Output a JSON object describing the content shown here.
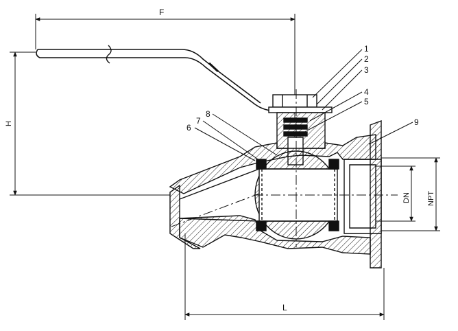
{
  "dimensions": {
    "F": "F",
    "H": "H",
    "L": "L",
    "DN": "DN",
    "NPT": "NPT"
  },
  "callouts": [
    "1",
    "2",
    "3",
    "4",
    "5",
    "6",
    "7",
    "8",
    "9"
  ],
  "colors": {
    "line": "#111111",
    "background": "#ffffff"
  }
}
